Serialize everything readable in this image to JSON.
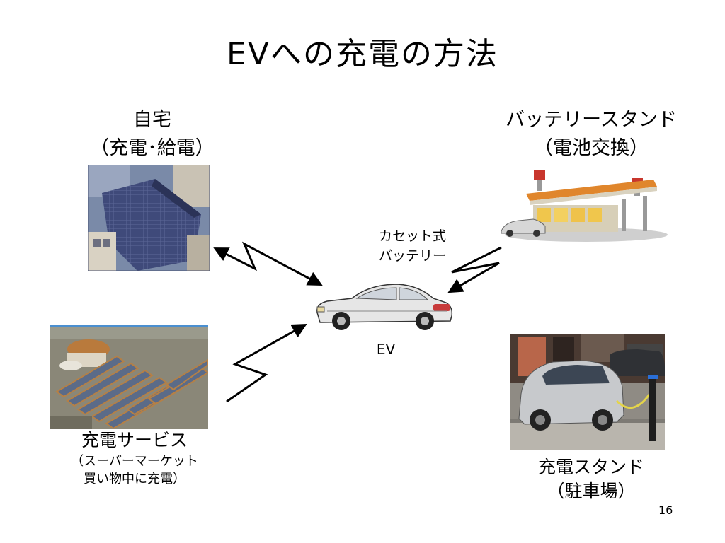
{
  "slide": {
    "title": "EVへの充電の方法",
    "page_number": "16"
  },
  "home": {
    "line1": "自宅",
    "line2": "（充電･給電）"
  },
  "battery_stand": {
    "line1": "バッテリースタンド",
    "line2": "（電池交換）"
  },
  "cassette": {
    "line1": "カセット式",
    "line2": "バッテリー"
  },
  "ev": {
    "label": "EV"
  },
  "charging_service": {
    "line1": "充電サービス",
    "line2": "（スーパーマーケット",
    "line3": "買い物中に充電）"
  },
  "charging_stand": {
    "line1": "充電スタンド",
    "line2": "（駐車場）"
  }
}
